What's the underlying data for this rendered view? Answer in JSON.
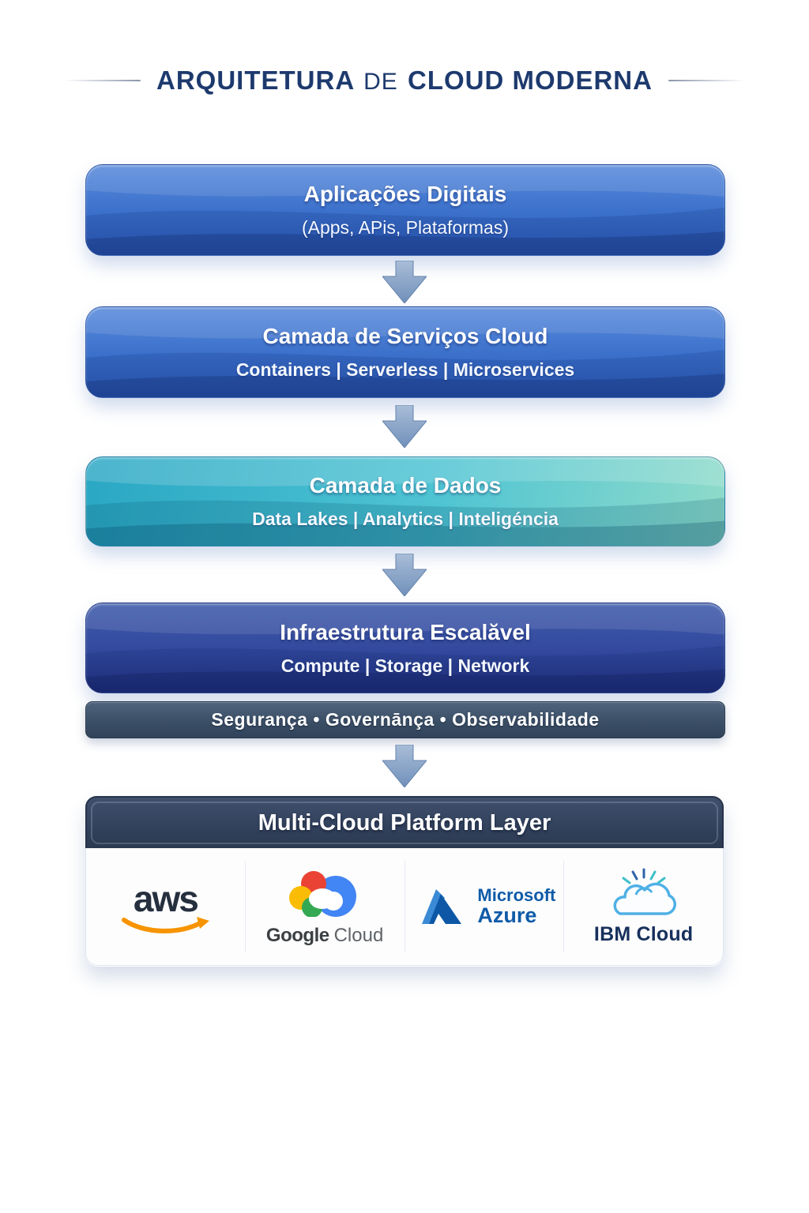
{
  "page": {
    "title": {
      "part1": "ARQUITETURA",
      "part2": "DE",
      "part3": "CLOUD MODERNA"
    }
  },
  "layers": [
    {
      "title": "Aplicações Digitais",
      "subtitle": "(Apps, APis, Plataformas)"
    },
    {
      "title": "Camada de Serviços Cloud",
      "subtitle": "Containers | Serverless | Microservices"
    },
    {
      "title": "Camada de Dados",
      "subtitle": "Data Lakes | Analytics | Inteligéncia"
    },
    {
      "title": "Infraestrutura Escalăvel",
      "subtitle": "Compute | Storage | Network"
    }
  ],
  "security_bar": {
    "label": "Segurança • Governānça • Observabilidade"
  },
  "platform": {
    "header": "Multi-Cloud Platform Layer",
    "providers": [
      {
        "name": "AWS",
        "wordmark": "aws"
      },
      {
        "name": "Google Cloud",
        "word1": "Google",
        "word2": "Cloud"
      },
      {
        "name": "Microsoft Azure",
        "line1": "Microsoft",
        "line2": "Azure"
      },
      {
        "name": "IBM Cloud",
        "label": "IBM Cloud"
      }
    ]
  },
  "icons": {
    "down_arrow_icon": "block-down-arrow",
    "aws_logo_icon": "aws-wordmark-with-orange-smile-arrow",
    "google_cloud_logo_icon": "multicolor-cloud",
    "azure_logo_icon": "blue-triangle-a",
    "ibm_cloud_logo_icon": "outlined-cloud-with-rays"
  },
  "colors": {
    "title_text": "#1d3a6e",
    "layer_blue_top": "#5b8cdc",
    "layer_blue_bottom": "#2c58b4",
    "layer_teal_left": "#2aa7c4",
    "layer_teal_right": "#8fdbca",
    "layer_navy_top": "#415dac",
    "layer_navy_bottom": "#212f7c",
    "security_bar": "#394d64",
    "platform_header": "#32415c",
    "arrow": "#7e9cc3",
    "aws_navy": "#252f3e",
    "aws_orange": "#f79400",
    "google_red": "#ea4335",
    "google_yellow": "#fbbc05",
    "google_green": "#34a853",
    "google_blue": "#4285f4",
    "azure_blue": "#0e5ba8",
    "ibm_cloud_outline": "#4fb0e6",
    "ibm_navy": "#17305c",
    "ibm_teal": "#3fc0c8"
  }
}
